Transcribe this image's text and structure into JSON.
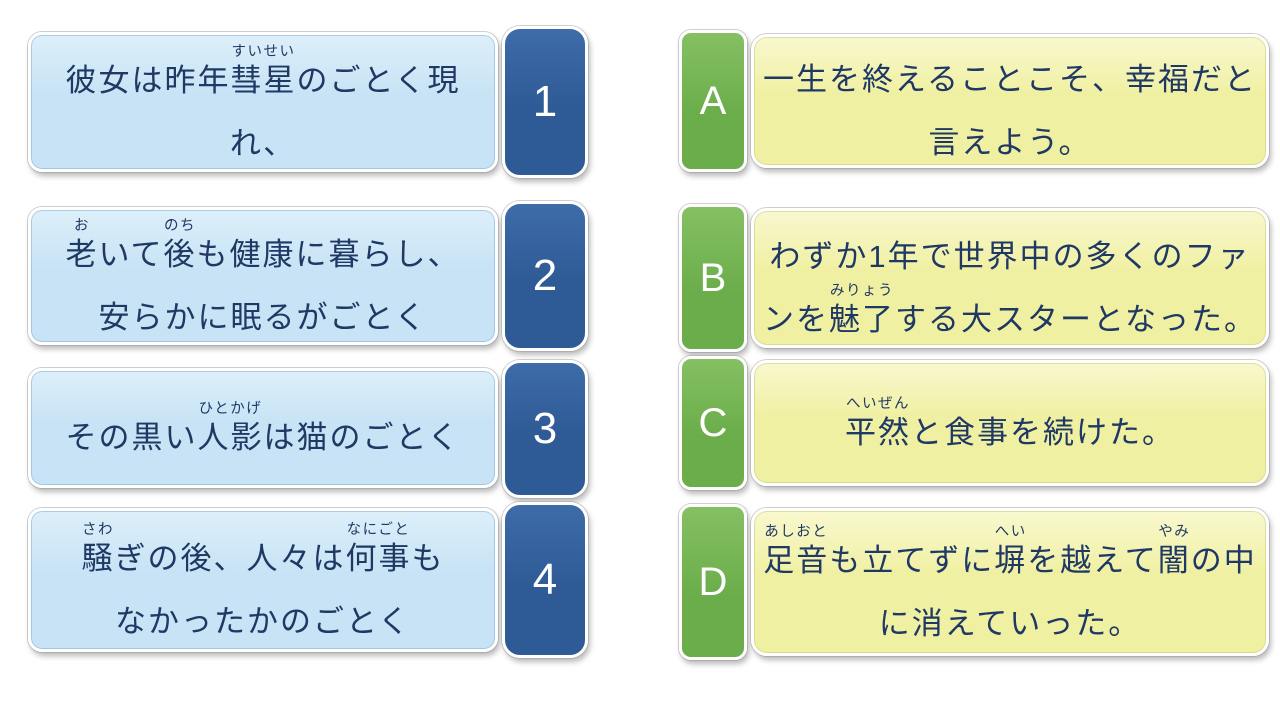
{
  "colors": {
    "question_box_fill": "#C7E3F5",
    "question_box_fill_light": "#DDEFFA",
    "number_tab_fill": "#2E5A96",
    "number_tab_fill_light": "#3E6CA8",
    "letter_tab_fill": "#6BAD4A",
    "letter_tab_fill_light": "#85C063",
    "answer_box_fill": "#F0F0A2",
    "answer_box_fill_light": "#F8F8CF",
    "text": "#1F3864",
    "tab_text": "#FFFFFF"
  },
  "left_items": [
    {
      "number": "1",
      "lines": [
        {
          "segments": [
            {
              "text": "彼女は昨年"
            },
            {
              "text": "彗星",
              "ruby": "すいせい"
            },
            {
              "text": "のごとく現"
            }
          ]
        },
        {
          "segments": [
            {
              "text": "れ、"
            }
          ]
        }
      ]
    },
    {
      "number": "2",
      "lines": [
        {
          "segments": [
            {
              "text": "老",
              "ruby": "お"
            },
            {
              "text": "いて"
            },
            {
              "text": "後",
              "ruby": "のち"
            },
            {
              "text": "も健康に暮らし、"
            }
          ]
        },
        {
          "segments": [
            {
              "text": "安らかに眠るがごとく"
            }
          ]
        }
      ]
    },
    {
      "number": "3",
      "lines": [
        {
          "segments": [
            {
              "text": "その黒い"
            },
            {
              "text": "人影",
              "ruby": "ひとかげ"
            },
            {
              "text": "は猫のごとく"
            }
          ]
        }
      ]
    },
    {
      "number": "4",
      "lines": [
        {
          "segments": [
            {
              "text": "騒",
              "ruby": "さわ"
            },
            {
              "text": "ぎの後、人々は"
            },
            {
              "text": "何事",
              "ruby": "なにごと"
            },
            {
              "text": "も"
            }
          ]
        },
        {
          "segments": [
            {
              "text": "なかったかのごとく"
            }
          ]
        }
      ]
    }
  ],
  "right_items": [
    {
      "letter": "A",
      "lines": [
        {
          "segments": [
            {
              "text": "一生を終えることこそ、幸福だと"
            }
          ]
        },
        {
          "segments": [
            {
              "text": "言えよう。"
            }
          ]
        }
      ]
    },
    {
      "letter": "B",
      "lines": [
        {
          "segments": [
            {
              "text": "わずか1年で世界中の多くのファ"
            }
          ]
        },
        {
          "segments": [
            {
              "text": "ンを"
            },
            {
              "text": "魅了",
              "ruby": "みりょう"
            },
            {
              "text": "する大スターとなった。"
            }
          ]
        }
      ]
    },
    {
      "letter": "C",
      "lines": [
        {
          "segments": [
            {
              "text": "平然",
              "ruby": "へいぜん"
            },
            {
              "text": "と食事を続けた。"
            }
          ]
        }
      ]
    },
    {
      "letter": "D",
      "lines": [
        {
          "segments": [
            {
              "text": "足音",
              "ruby": "あしおと"
            },
            {
              "text": "も立てずに"
            },
            {
              "text": "塀",
              "ruby": "へい"
            },
            {
              "text": "を越えて"
            },
            {
              "text": "闇",
              "ruby": "やみ"
            },
            {
              "text": "の中"
            }
          ]
        },
        {
          "segments": [
            {
              "text": "に消えていった。"
            }
          ]
        }
      ]
    }
  ]
}
